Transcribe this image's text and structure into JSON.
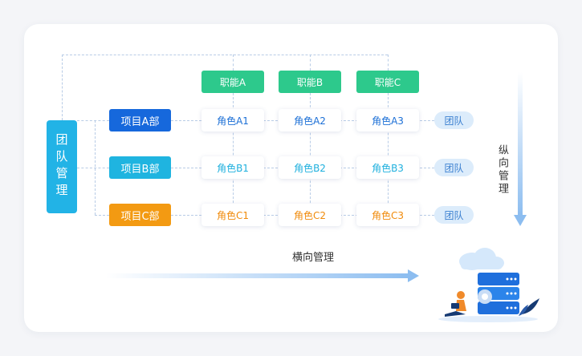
{
  "team_management": "团队管理",
  "vertical_label": "纵向管理",
  "horizontal_label": "横向管理",
  "functions": [
    "职能A",
    "职能B",
    "职能C"
  ],
  "projects": [
    {
      "label": "项目A部",
      "color": "#1668dc",
      "roles": [
        "角色A1",
        "角色A2",
        "角色A3"
      ],
      "role_color": "#1b6fd6",
      "team": "团队"
    },
    {
      "label": "项目B部",
      "color": "#1fb4e0",
      "roles": [
        "角色B1",
        "角色B2",
        "角色B3"
      ],
      "role_color": "#1fb0de",
      "team": "团队"
    },
    {
      "label": "项目C部",
      "color": "#f39a12",
      "roles": [
        "角色C1",
        "角色C2",
        "角色C3"
      ],
      "role_color": "#f08a0a",
      "team": "团队"
    }
  ],
  "colors": {
    "function_green": "#2dc98c",
    "team_blue": "#22b3e6",
    "team_tag_bg": "#dcecfb"
  }
}
